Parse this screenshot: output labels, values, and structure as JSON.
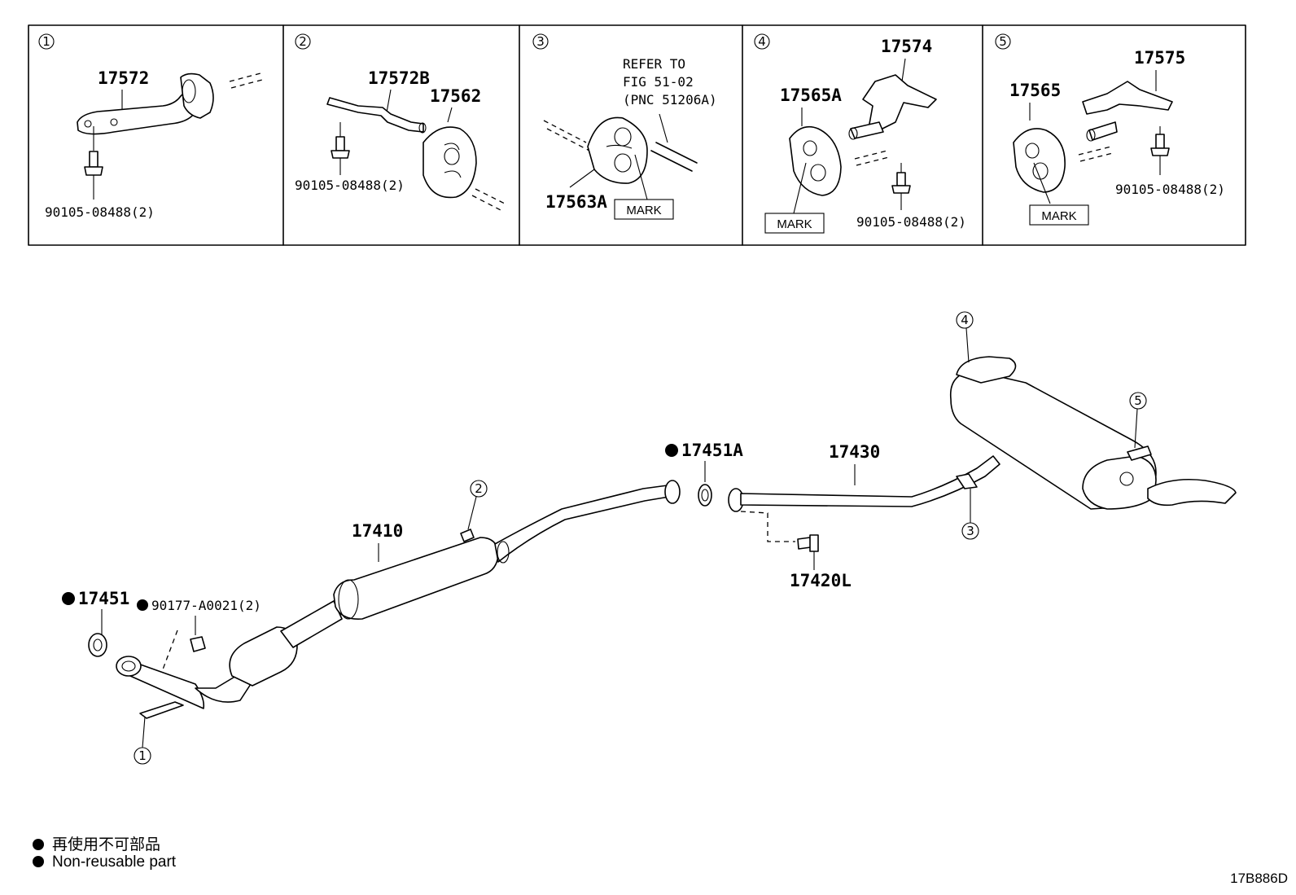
{
  "detail_panels": [
    {
      "num": "1",
      "labels": {
        "bracket": "17572",
        "bolt": "90105-08488(2)"
      }
    },
    {
      "num": "2",
      "labels": {
        "bracket": "17572B",
        "hanger": "17562",
        "bolt": "90105-08488(2)"
      }
    },
    {
      "num": "3",
      "labels": {
        "refer1": "REFER TO",
        "refer2": "FIG 51-02",
        "refer3": "(PNC 51206A)",
        "hanger": "17563A",
        "mark": "MARK"
      }
    },
    {
      "num": "4",
      "labels": {
        "bracket": "17574",
        "hanger": "17565A",
        "bolt": "90105-08488(2)",
        "mark": "MARK"
      }
    },
    {
      "num": "5",
      "labels": {
        "bracket": "17575",
        "hanger": "17565",
        "bolt": "90105-08488(2)",
        "mark": "MARK"
      }
    }
  ],
  "main": {
    "front_pipe": "17410",
    "center_pipe": "17430",
    "gasket_a": "17451A",
    "gasket": "17451",
    "nut": "90177-A0021(2)",
    "bolt": "17420L",
    "callouts": [
      "1",
      "2",
      "3",
      "4",
      "5"
    ]
  },
  "legend": {
    "jp": "再使用不可部品",
    "en": "Non-reusable part"
  },
  "figure_id": "17B886D"
}
